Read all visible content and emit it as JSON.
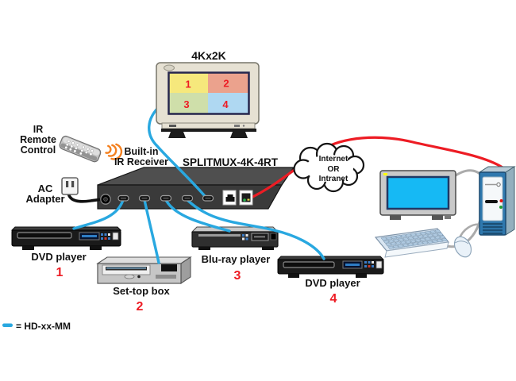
{
  "diagram": {
    "monitor": {
      "title": "4Kx2K",
      "quadrants": [
        "1",
        "2",
        "3",
        "4"
      ]
    },
    "ir_remote_label": [
      "IR",
      "Remote",
      "Control"
    ],
    "ir_receiver_label": [
      "Built-in",
      "IR Receiver"
    ],
    "splitmux_label": "SPLITMUX-4K-4RT",
    "ac_adapter_label": [
      "AC",
      "Adapter"
    ],
    "cloud_label": [
      "Internet",
      "OR",
      "Intranet"
    ],
    "sources": [
      {
        "label": "DVD player",
        "number": "1"
      },
      {
        "label": "Set-top box",
        "number": "2"
      },
      {
        "label": "Blu-ray player",
        "number": "3"
      },
      {
        "label": "DVD player",
        "number": "4"
      }
    ],
    "legend_label": "= HD-xx-MM",
    "colors": {
      "hdmi_cable": "#29A8E0",
      "network_cable": "#ED1C24",
      "power_cable": "#111111",
      "computer_cable": "#ABABAB",
      "number_red": "#ED1C24",
      "quadrant_1": "#F6E87C",
      "quadrant_2": "#EBA28D",
      "quadrant_3": "#CFDFAA",
      "quadrant_4": "#AFD8F2",
      "ir_wave_orange": "#F4801F"
    }
  }
}
